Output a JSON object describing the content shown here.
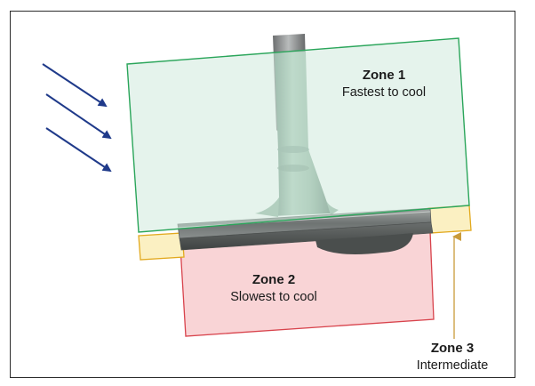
{
  "zones": {
    "zone1": {
      "title": "Zone 1",
      "subtitle": "Fastest to cool",
      "fill": "#cfeadc",
      "stroke": "#2aa55a"
    },
    "zone2": {
      "title": "Zone 2",
      "subtitle": "Slowest to cool",
      "fill": "#f9d4d6",
      "stroke": "#d8434c"
    },
    "zone3": {
      "title": "Zone 3",
      "subtitle": "Intermediate",
      "fill": "#fbf0c2",
      "stroke": "#e2a91e"
    }
  },
  "colors": {
    "arrows": "#1f3a8a",
    "valve_body": "#8fb09c",
    "valve_head": "#7b7f7f",
    "leader": "#c99a3a"
  }
}
